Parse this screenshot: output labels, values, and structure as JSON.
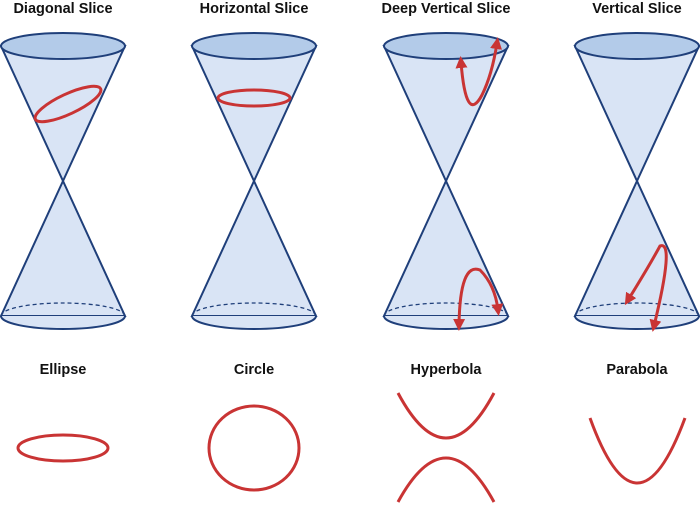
{
  "slices": [
    {
      "title": "Diagonal Slice",
      "result": "Ellipse"
    },
    {
      "title": "Horizontal Slice",
      "result": "Circle"
    },
    {
      "title": "Deep Vertical Slice",
      "result": "Hyperbola"
    },
    {
      "title": "Vertical Slice",
      "result": "Parabola"
    }
  ],
  "colors": {
    "cone_fill": "#d9e4f5",
    "cone_top": "#b3cbe9",
    "outline": "#1f3f7a",
    "curve": "#c93434"
  }
}
